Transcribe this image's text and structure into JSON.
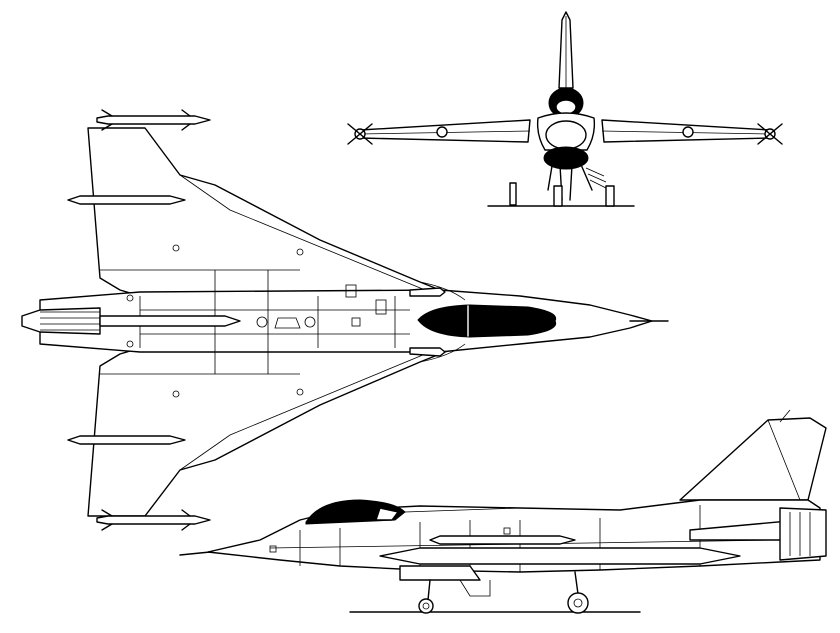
{
  "figure": {
    "views": [
      "front-view",
      "top-view",
      "side-view"
    ],
    "line_color": "#000000",
    "background_color": "#ffffff"
  }
}
